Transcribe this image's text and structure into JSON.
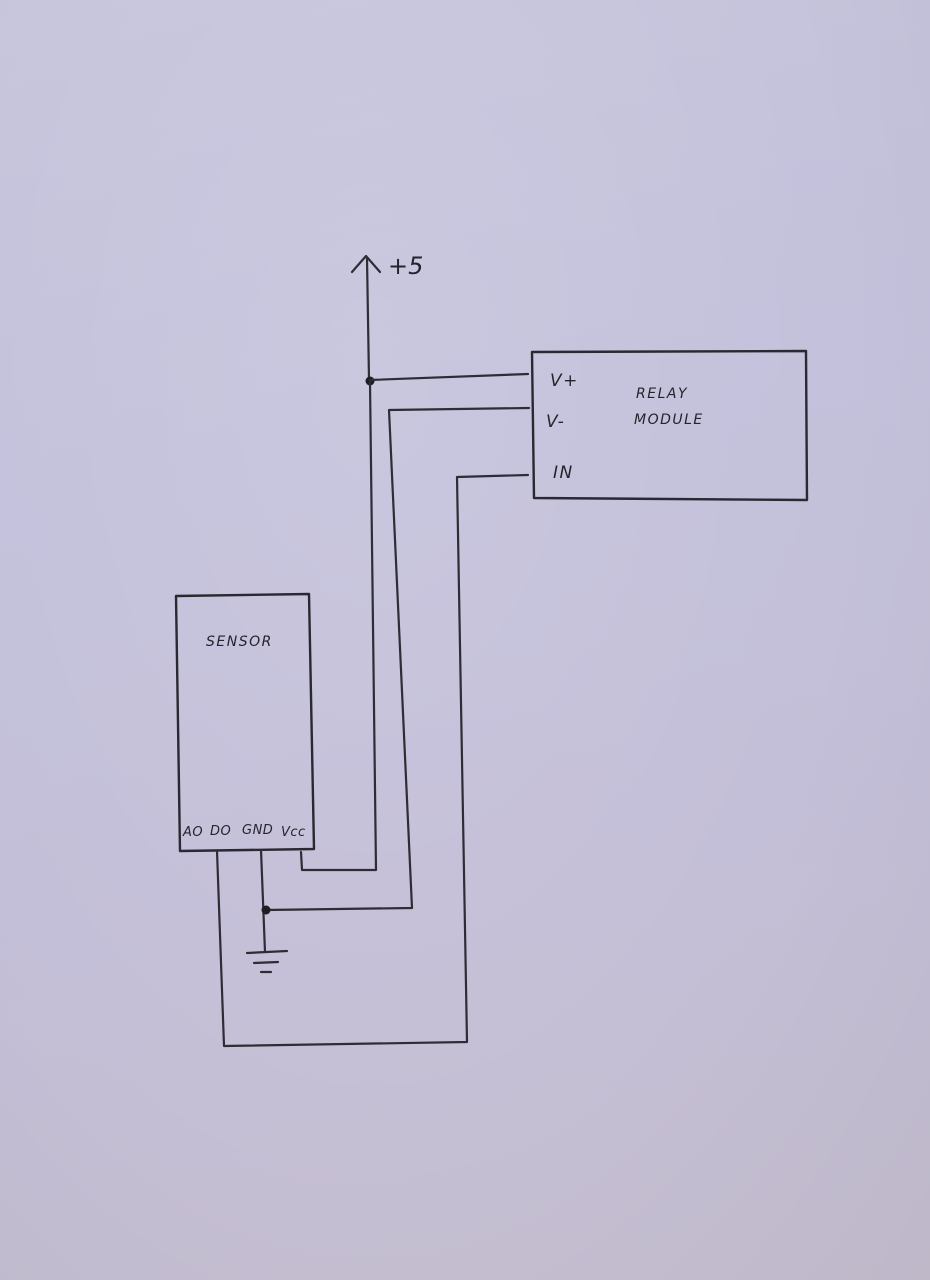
{
  "power": {
    "label": "+5"
  },
  "relay": {
    "title_line1": "RELAY",
    "title_line2": "MODULE",
    "pins": {
      "vplus": "V+",
      "vminus": "V-",
      "in": "IN"
    }
  },
  "sensor": {
    "title": "SENSOR",
    "pins": {
      "ao": "AO",
      "do": "DO",
      "gnd": "GND",
      "vcc": "Vcc"
    }
  }
}
